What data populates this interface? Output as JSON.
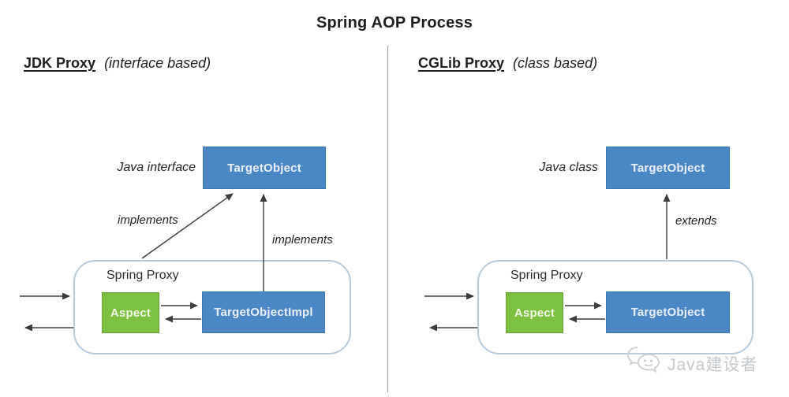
{
  "title": "Spring AOP Process",
  "left": {
    "heading": "JDK Proxy",
    "heading_note": "(interface based)",
    "type_label": "Java interface",
    "target_box": "TargetObject",
    "arrow_diagonal_label": "implements",
    "arrow_vertical_label": "implements",
    "proxy": {
      "label": "Spring Proxy",
      "aspect": "Aspect",
      "target": "TargetObjectImpl"
    }
  },
  "right": {
    "heading": "CGLib Proxy",
    "heading_note": "(class based)",
    "type_label": "Java class",
    "target_box": "TargetObject",
    "arrow_vertical_label": "extends",
    "proxy": {
      "label": "Spring Proxy",
      "aspect": "Aspect",
      "target": "TargetObject"
    }
  },
  "watermark": {
    "logo": "wechat-bubbles-icon",
    "text": "Java建设者"
  },
  "colors": {
    "box_blue": "#4b87c4",
    "box_blue_border": "#3a76b2",
    "box_green": "#7dc142",
    "box_green_border": "#699f38",
    "container_border": "#b6c9da",
    "divider": "#9b9fa3",
    "arrow": "#3c3c3c",
    "watermark": "#c6cacd"
  }
}
